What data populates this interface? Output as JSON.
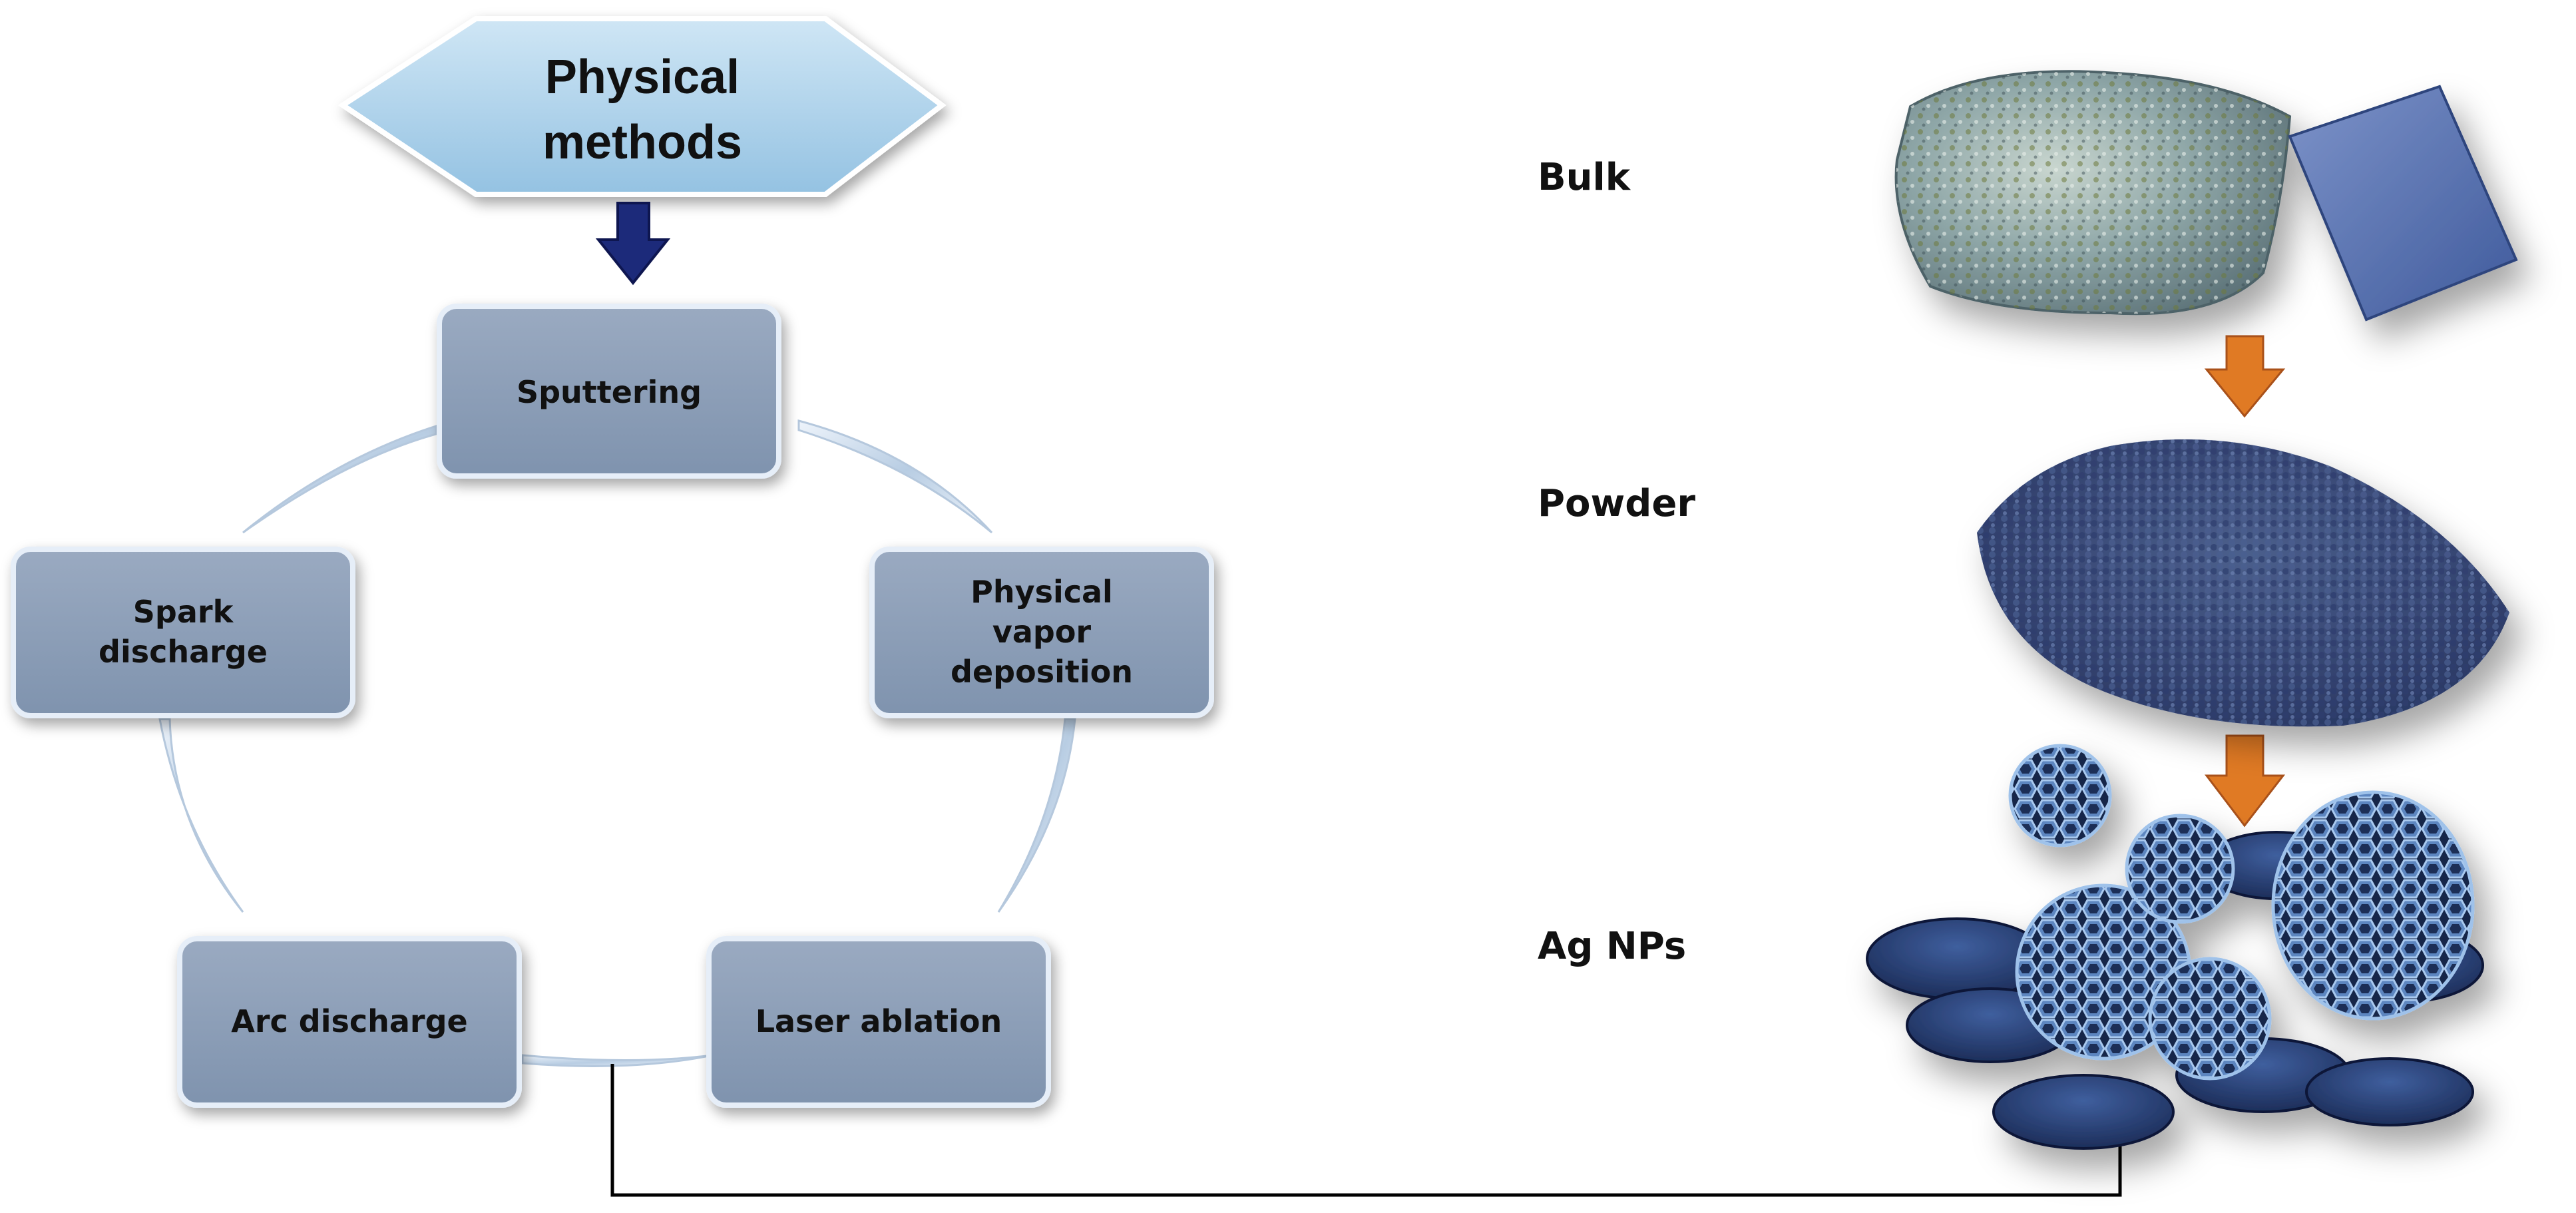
{
  "hexagon": {
    "lines": [
      "Physical",
      "methods"
    ]
  },
  "methods": [
    {
      "id": "sputtering",
      "lines": [
        "Sputtering"
      ]
    },
    {
      "id": "pvd",
      "lines": [
        "Physical",
        "vapor",
        "deposition"
      ]
    },
    {
      "id": "laser",
      "lines": [
        "Laser ablation"
      ]
    },
    {
      "id": "arc",
      "lines": [
        "Arc discharge"
      ]
    },
    {
      "id": "spark",
      "lines": [
        "Spark",
        "discharge"
      ]
    }
  ],
  "stages": [
    {
      "id": "bulk",
      "label": "Bulk"
    },
    {
      "id": "powder",
      "label": "Powder"
    },
    {
      "id": "agnps",
      "label": "Ag NPs"
    }
  ],
  "colors": {
    "hexagon_fill": "#a9cfe8",
    "box_fill": "#8c9fb8",
    "down_arrow": "#1c2a7a",
    "stage_arrow": "#e07a24",
    "material": "#3d5a8a",
    "connector": "#000000"
  }
}
